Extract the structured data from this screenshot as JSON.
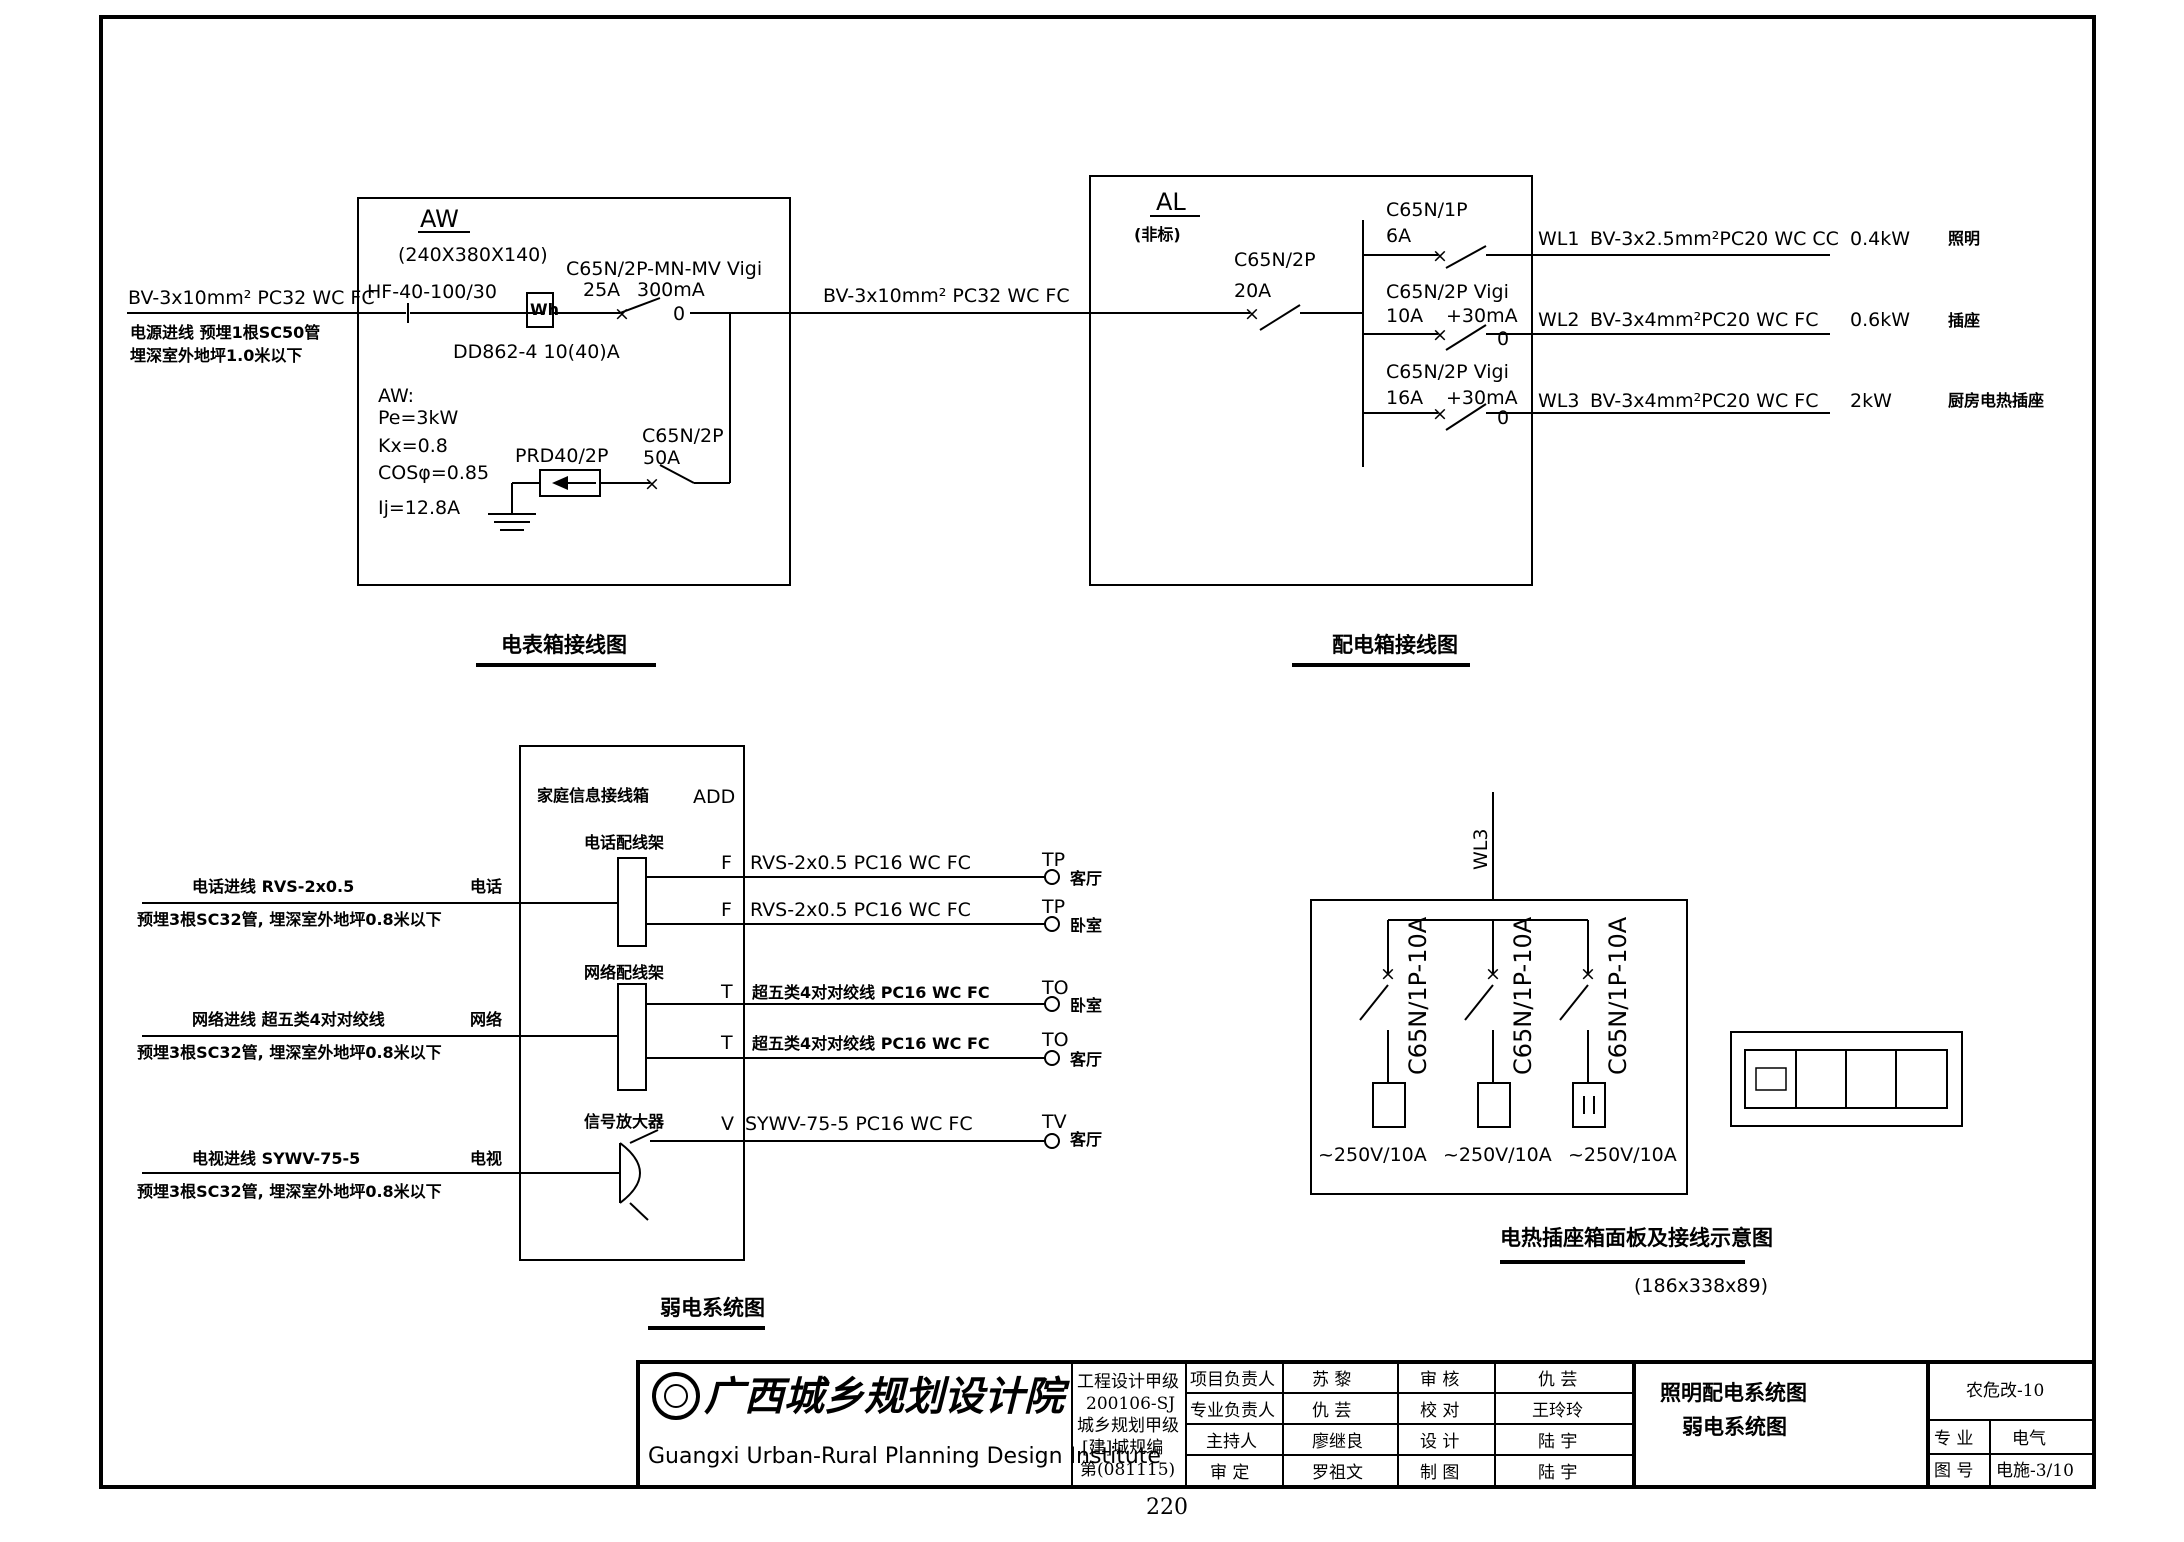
{
  "meter_box": {
    "label": "AW",
    "dims": "(240X380X140)",
    "incoming_cable": "BV-3x10mm² PC32 WC FC",
    "incoming_note1": "电源进线 预埋1根SC50管",
    "incoming_note2": "埋深室外地坪1.0米以下",
    "main_switch": "HF-40-100/30",
    "meter_symbol": "Wh",
    "meter_model": "DD862-4 10(40)A",
    "breaker_model": "C65N/2P-MN-MV Vigi",
    "breaker_rating": "25A",
    "breaker_leak": "300mA",
    "spd_model": "PRD40/2P",
    "spd_breaker": "C65N/2P",
    "spd_breaker_rating": "50A",
    "load_head": "AW:",
    "load_pe": "Pe=3kW",
    "load_kx": "Kx=0.8",
    "load_cos": "COSφ=0.85",
    "load_ij": "Ij=12.8A",
    "caption": "电表箱接线图"
  },
  "distribution_box": {
    "label": "AL",
    "note": "(非标)",
    "feeder_cable": "BV-3x10mm² PC32 WC FC",
    "main_breaker": "C65N/2P",
    "main_rating": "20A",
    "circuits": [
      {
        "breaker": "C65N/1P",
        "rating": "6A",
        "leak": "",
        "id": "WL1",
        "cable": "BV-3x2.5mm²PC20 WC CC",
        "power": "0.4kW",
        "usage": "照明"
      },
      {
        "breaker": "C65N/2P Vigi",
        "rating": "10A",
        "leak": "+30mA",
        "id": "WL2",
        "cable": "BV-3x4mm²PC20 WC FC",
        "power": "0.6kW",
        "usage": "插座"
      },
      {
        "breaker": "C65N/2P Vigi",
        "rating": "16A",
        "leak": "+30mA",
        "id": "WL3",
        "cable": "BV-3x4mm²PC20 WC FC",
        "power": "2kW",
        "usage": "厨房电热插座"
      }
    ],
    "caption": "配电箱接线图"
  },
  "weak_current": {
    "box_title": "家庭信息接线箱",
    "box_code": "ADD",
    "phone_frame": "电话配线架",
    "network_frame": "网络配线架",
    "amp": "信号放大器",
    "inputs": [
      {
        "title": "电话进线 RVS-2x0.5",
        "kind": "电话",
        "note": "预埋3根SC32管, 埋深室外地坪0.8米以下"
      },
      {
        "title": "网络进线 超五类4对对绞线",
        "kind": "网络",
        "note": "预埋3根SC32管, 埋深室外地坪0.8米以下"
      },
      {
        "title": "电视进线 SYWV-75-5",
        "kind": "电视",
        "note": "预埋3根SC32管, 埋深室外地坪0.8米以下"
      }
    ],
    "outputs": [
      {
        "code": "F",
        "cable": "RVS-2x0.5 PC16 WC FC",
        "term": "TP",
        "room": "客厅"
      },
      {
        "code": "F",
        "cable": "RVS-2x0.5 PC16 WC FC",
        "term": "TP",
        "room": "卧室"
      },
      {
        "code": "T",
        "cable": "超五类4对对绞线 PC16 WC FC",
        "term": "TO",
        "room": "卧室"
      },
      {
        "code": "T",
        "cable": "超五类4对对绞线 PC16 WC FC",
        "term": "TO",
        "room": "客厅"
      },
      {
        "code": "V",
        "cable": "SYWV-75-5 PC16 WC FC",
        "term": "TV",
        "room": "客厅"
      }
    ],
    "caption": "弱电系统图"
  },
  "socket_panel": {
    "feed": "WL3",
    "breaker": "C65N/1P-10A",
    "rating": "~250V/10A",
    "caption": "电热插座箱面板及接线示意图",
    "dims": "(186x338x89)"
  },
  "title_block": {
    "institute_cn": "广西城乡规划设计院",
    "institute_en": "Guangxi Urban-Rural Planning Design Institute",
    "qual": [
      "工程设计甲级",
      "200106-SJ",
      "城乡规划甲级",
      "[建]城规编",
      "第(081115)"
    ],
    "roles": [
      [
        "项目负责人",
        "苏 黎",
        "审 核",
        "仇 芸"
      ],
      [
        "专业负责人",
        "仇 芸",
        "校 对",
        "王玲玲"
      ],
      [
        "主持人",
        "廖继良",
        "设 计",
        "陆 宇"
      ],
      [
        "审 定",
        "罗祖文",
        "制 图",
        "陆 宇"
      ]
    ],
    "drawing_title1": "照明配电系统图",
    "drawing_title2": "弱电系统图",
    "project": "农危改-10",
    "discipline_label": "专 业",
    "discipline": "电气",
    "drawing_no_label": "图 号",
    "drawing_no": "电施-3/10"
  },
  "page_number": "220"
}
